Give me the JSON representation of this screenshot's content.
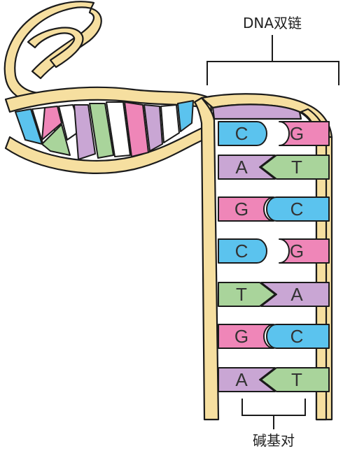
{
  "labels": {
    "top": "DNA双链",
    "bottom": "碱基对"
  },
  "colors": {
    "backbone": "#f6dfa0",
    "backbone_stroke": "#1b1b1b",
    "A": "#c9a6d4",
    "T": "#a9d49b",
    "G": "#ef86b8",
    "C": "#5bc3ee"
  },
  "base_pairs": [
    {
      "left": "C",
      "right": "G"
    },
    {
      "left": "A",
      "right": "T"
    },
    {
      "left": "G",
      "right": "C"
    },
    {
      "left": "C",
      "right": "G"
    },
    {
      "left": "T",
      "right": "A"
    },
    {
      "left": "G",
      "right": "C"
    },
    {
      "left": "A",
      "right": "T"
    }
  ]
}
